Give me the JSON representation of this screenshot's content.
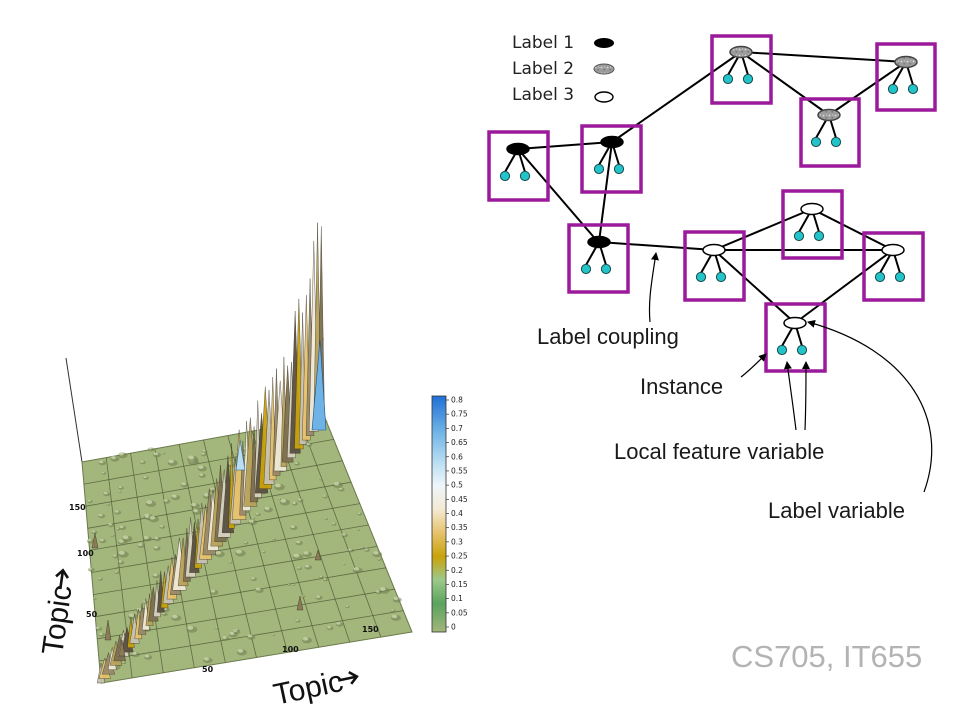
{
  "legend": {
    "label1": "Label 1",
    "label2": "Label 2",
    "label3": "Label 3"
  },
  "annotations": {
    "label_coupling": "Label coupling",
    "instance": "Instance",
    "local_feature_variable": "Local feature variable",
    "label_variable": "Label variable"
  },
  "surface_plot": {
    "x_axis_label": "Topic",
    "y_axis_label": "Topic",
    "x_ticks": [
      "50",
      "100",
      "150"
    ],
    "y_ticks": [
      "50",
      "100",
      "150"
    ],
    "colorbar_ticks": [
      "0.8",
      "0.75",
      "0.7",
      "0.65",
      "0.6",
      "0.55",
      "0.5",
      "0.45",
      "0.4",
      "0.35",
      "0.3",
      "0.25",
      "0.2",
      "0.15",
      "0.1",
      "0.05",
      "0"
    ]
  },
  "course_code": "CS705, IT655",
  "colors": {
    "box_border": "#9b1a9b",
    "leaf_fill": "#22c3c9",
    "label1_fill": "#000000",
    "label2_fill": "#9a9a9a",
    "label3_fill": "#ffffff",
    "surface_base": "#a3b67c"
  }
}
